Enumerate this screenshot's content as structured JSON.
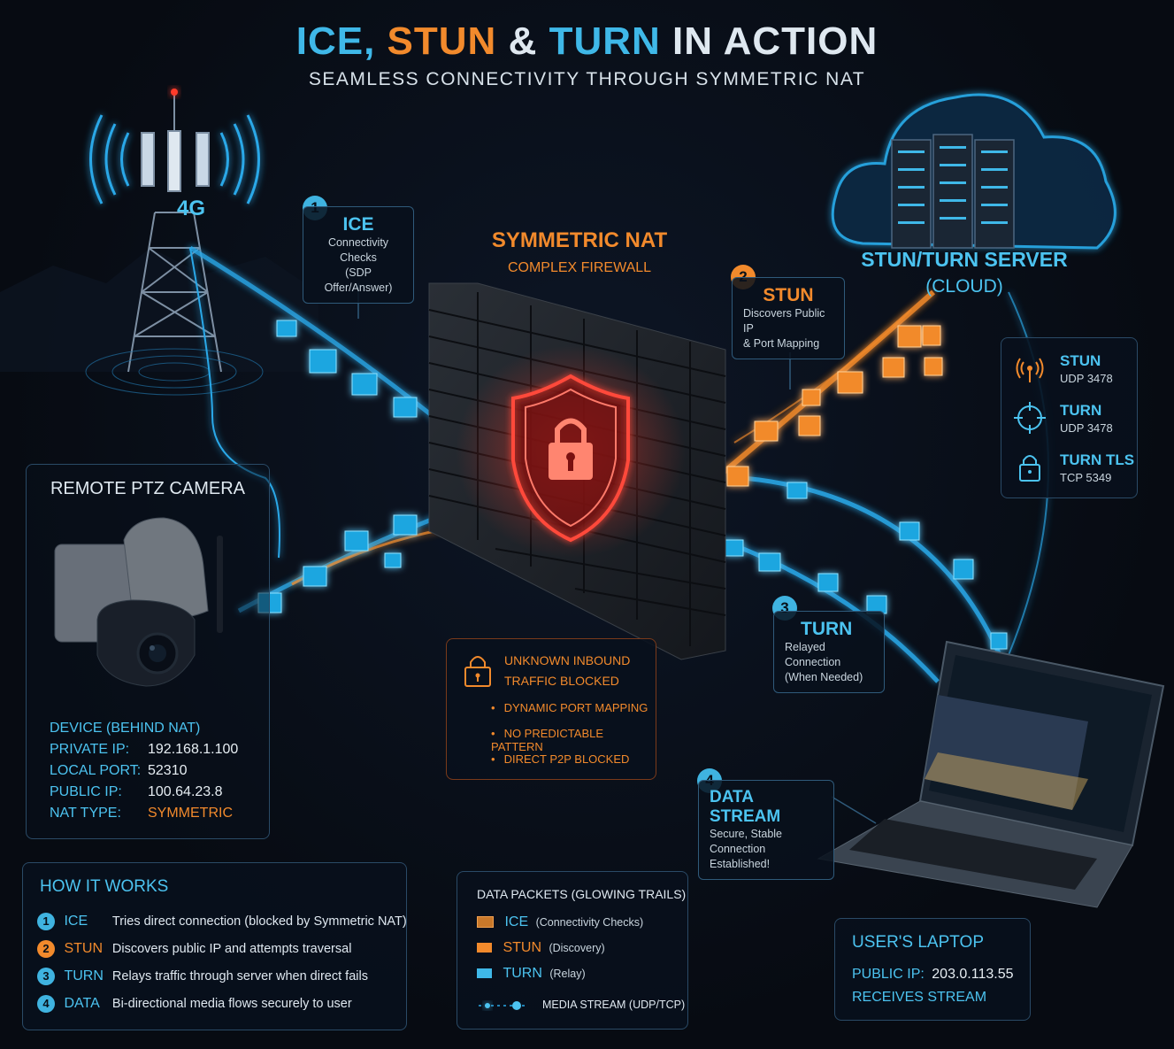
{
  "header": {
    "title_ice": "ICE,",
    "title_stun": "STUN",
    "title_amp": "&",
    "title_turn": "TURN",
    "title_rest": "IN ACTION",
    "subtitle": "SEAMLESS CONNECTIVITY THROUGH SYMMETRIC NAT"
  },
  "tower": {
    "label": "4G"
  },
  "nat": {
    "title": "SYMMETRIC NAT",
    "subtitle": "COMPLEX FIREWALL"
  },
  "server": {
    "title": "STUN/TURN SERVER",
    "subtitle": "(CLOUD)"
  },
  "callouts": {
    "ice": {
      "num": "1",
      "title": "ICE",
      "line1": "Connectivity Checks",
      "line2": "(SDP Offer/Answer)"
    },
    "stun": {
      "num": "2",
      "title": "STUN",
      "line1": "Discovers Public IP",
      "line2": "& Port Mapping"
    },
    "turn": {
      "num": "3",
      "title": "TURN",
      "line1": "Relayed Connection",
      "line2": "(When Needed)"
    },
    "data": {
      "num": "4",
      "title": "DATA STREAM",
      "line1": "Secure, Stable Connection",
      "line2": "Established!"
    }
  },
  "ports": [
    {
      "name": "STUN",
      "port": "UDP 3478",
      "icon": "broadcast-icon"
    },
    {
      "name": "TURN",
      "port": "UDP 3478",
      "icon": "crosshair-icon"
    },
    {
      "name": "TURN TLS",
      "port": "TCP 5349",
      "icon": "lock-icon"
    }
  ],
  "camera": {
    "title": "REMOTE PTZ CAMERA",
    "device_label": "DEVICE (BEHIND NAT)",
    "rows": [
      {
        "k": "PRIVATE IP:",
        "v": "192.168.1.100"
      },
      {
        "k": "LOCAL PORT:",
        "v": "52310"
      },
      {
        "k": "PUBLIC IP:",
        "v": "100.64.23.8"
      },
      {
        "k": "NAT TYPE:",
        "v": "SYMMETRIC"
      }
    ]
  },
  "blocked": {
    "line1": "UNKNOWN INBOUND",
    "line2": "TRAFFIC BLOCKED",
    "bullets": [
      "DYNAMIC PORT MAPPING",
      "NO PREDICTABLE PATTERN",
      "DIRECT P2P BLOCKED"
    ]
  },
  "how": {
    "title": "HOW IT WORKS",
    "steps": [
      {
        "n": "1",
        "name": "ICE",
        "desc": "Tries direct connection (blocked by Symmetric NAT)"
      },
      {
        "n": "2",
        "name": "STUN",
        "desc": "Discovers public IP and attempts traversal"
      },
      {
        "n": "3",
        "name": "TURN",
        "desc": "Relays traffic through server when direct fails"
      },
      {
        "n": "4",
        "name": "DATA",
        "desc": "Bi-directional media flows securely to user"
      }
    ]
  },
  "legend": {
    "title": "DATA PACKETS (GLOWING TRAILS)",
    "items": [
      {
        "name": "ICE",
        "note": "(Connectivity Checks)",
        "color": "#c9782a"
      },
      {
        "name": "STUN",
        "note": "(Discovery)",
        "color": "#f28a2c"
      },
      {
        "name": "TURN",
        "note": "(Relay)",
        "color": "#3fb8e8"
      }
    ],
    "media": "MEDIA STREAM (UDP/TCP)"
  },
  "laptop": {
    "title": "USER'S LAPTOP",
    "ip_label": "PUBLIC IP:",
    "ip": "203.0.113.55",
    "status": "RECEIVES STREAM"
  },
  "colors": {
    "accent_blue": "#3fb8e8",
    "accent_orange": "#f28a2c",
    "alert_red": "#e23a3a"
  }
}
